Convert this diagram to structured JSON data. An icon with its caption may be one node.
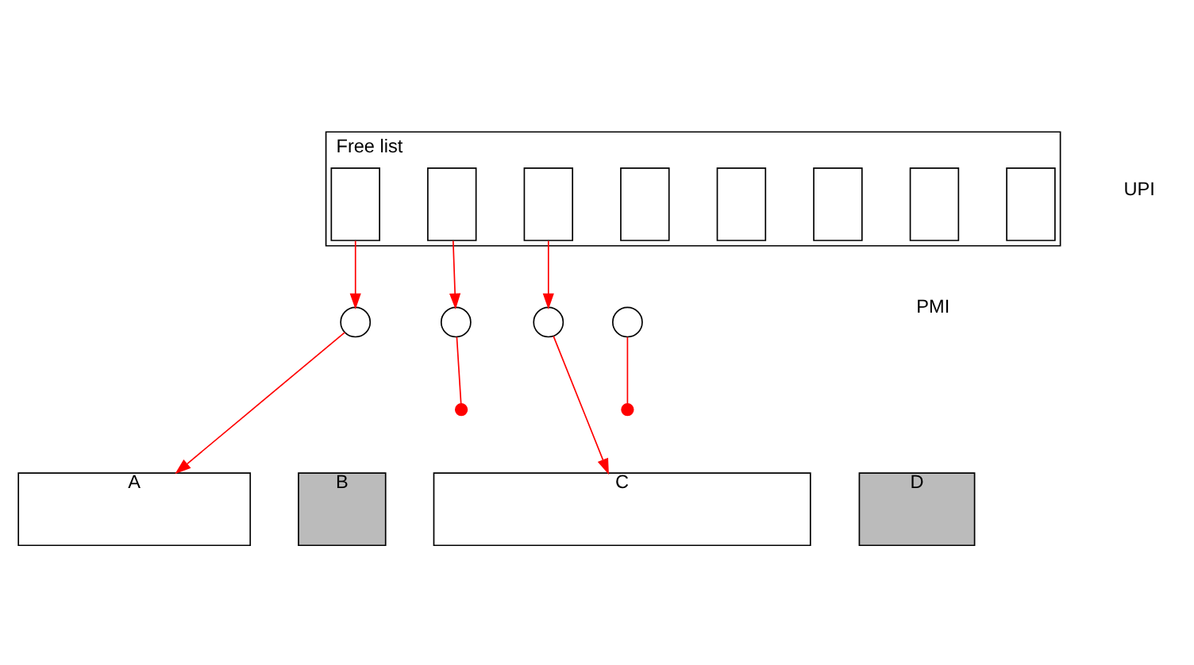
{
  "diagram": {
    "nodes": [
      {
        "text": [
          "Free list"
        ]
      },
      {
        "text": [],
        "shape": "box",
        "in": 0
      },
      {
        "text": [],
        "shape": "box",
        "in": 0
      },
      {
        "text": [],
        "shape": "box",
        "in": 0
      },
      {
        "text": [],
        "shape": "box",
        "in": 0
      },
      {
        "text": [],
        "shape": "box",
        "in": 0
      },
      {
        "text": [],
        "shape": "box",
        "in": 0
      },
      {
        "text": [],
        "shape": "box",
        "in": 0
      },
      {
        "text": [],
        "shape": "box",
        "in": 0
      },
      {
        "text": [],
        "shape": "circle"
      },
      {
        "text": [],
        "shape": "circle"
      },
      {
        "text": [],
        "shape": "circle"
      },
      {
        "text": [],
        "shape": "circle"
      },
      {
        "text": [],
        "shape": "cross"
      },
      {
        "text": [],
        "shape": "cross"
      },
      {
        "text": [
          "A"
        ]
      },
      {
        "text": [
          "B"
        ]
      },
      {
        "text": [
          "C"
        ]
      },
      {
        "text": [
          "D"
        ]
      }
    ],
    "edges": [
      {
        "from": 1,
        "to": 9,
        "arrow": "to"
      },
      {
        "from": 2,
        "to": 10,
        "arrow": "to"
      },
      {
        "from": 3,
        "to": 11,
        "arrow": "to"
      },
      {
        "from": 9,
        "to": 15,
        "arrow": "to"
      },
      {
        "from": 10,
        "to": 13,
        "arrow": "none"
      },
      {
        "from": 11,
        "to": 17,
        "arrow": "to"
      },
      {
        "from": 12,
        "to": 14,
        "arrow": "none"
      }
    ],
    "labels": [
      "UPI",
      "PMI"
    ]
  }
}
